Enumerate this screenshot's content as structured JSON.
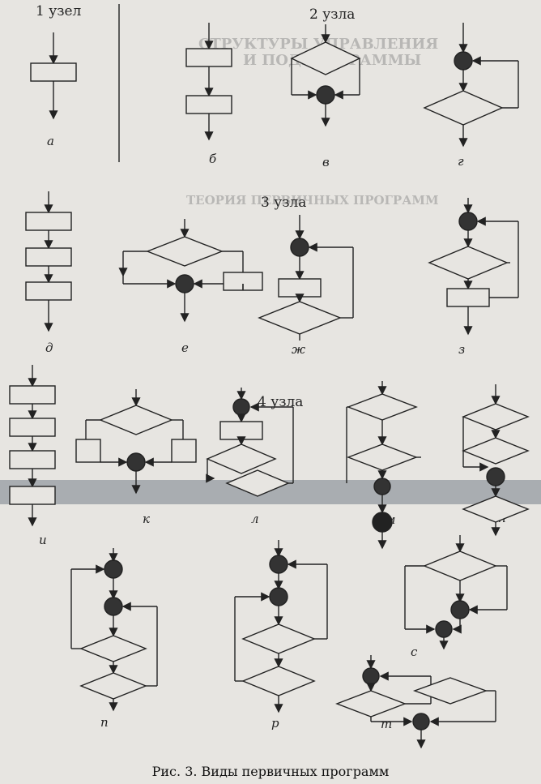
{
  "figure": {
    "caption": "Рис. 3. Виды первичных программ",
    "groups": {
      "one_node": "1 узел",
      "two_nodes": "2 узла",
      "three_nodes": "3 узла",
      "four_nodes": "4 узла"
    },
    "sublabels": [
      "а",
      "б",
      "в",
      "г",
      "д",
      "е",
      "ж",
      "з",
      "и",
      "к",
      "л",
      "м",
      "н",
      "п",
      "р",
      "с",
      "т"
    ]
  },
  "background_text": {
    "heading_top": "СТРУКТУРЫ УПРАВЛЕНИЯ",
    "heading_top2": "И ПОДПРОГРАММЫ",
    "heading_mid": "ТЕОРИЯ ПЕРВИЧНЫХ ПРОГРАММ"
  }
}
